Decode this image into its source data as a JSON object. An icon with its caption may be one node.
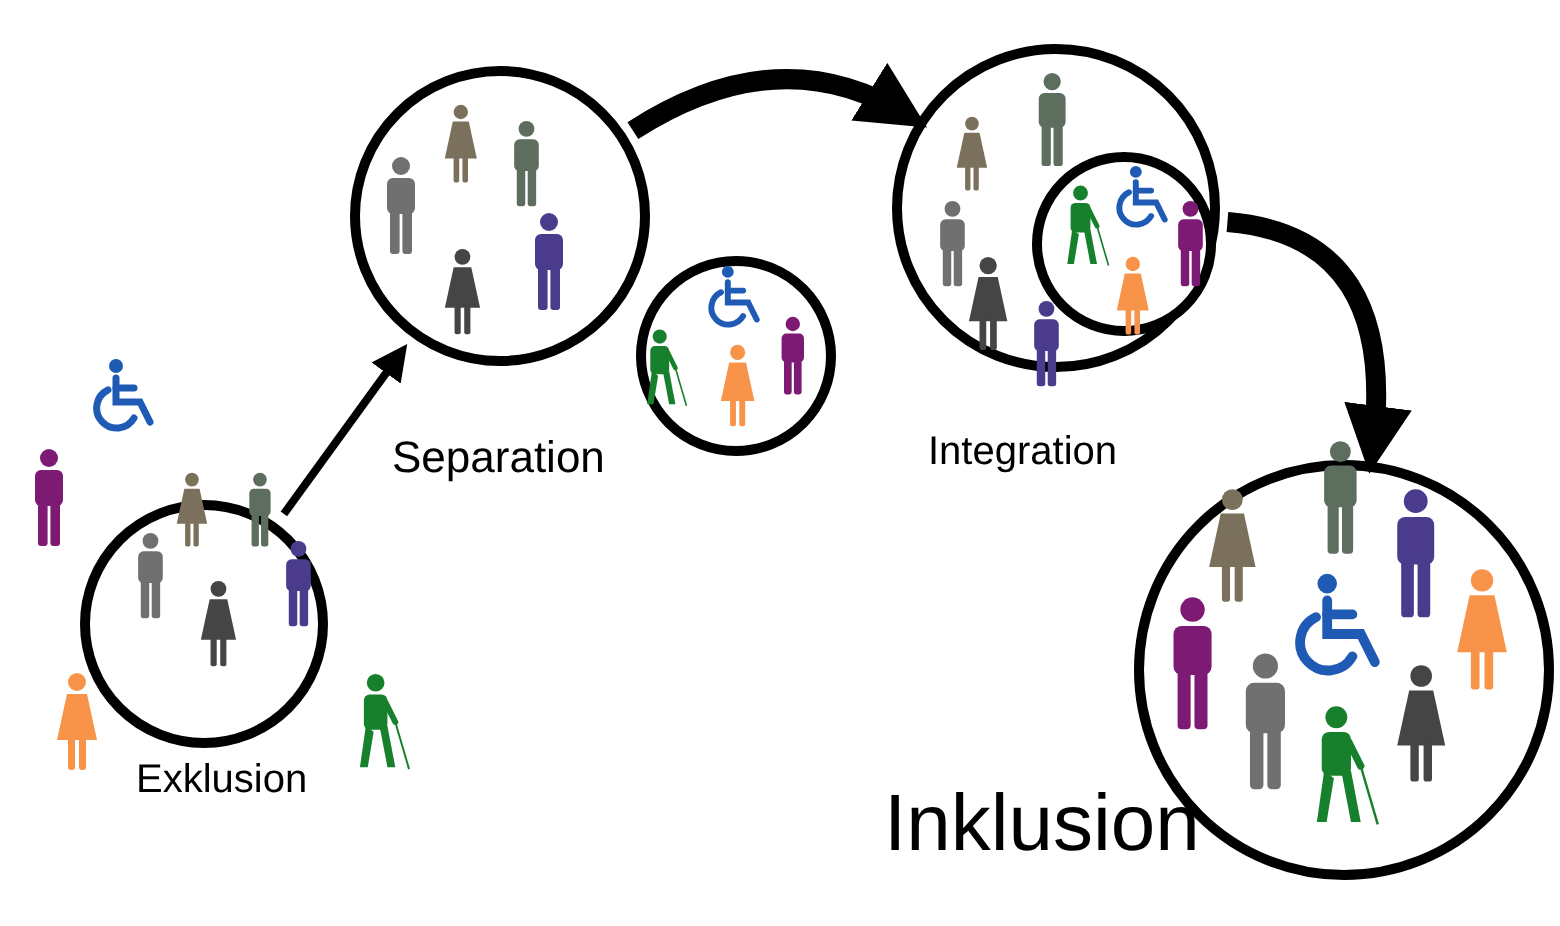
{
  "diagram": {
    "nodes": [
      {
        "text": [
          "Exklusion"
        ]
      },
      {
        "text": [
          "Separation"
        ]
      },
      {
        "text": [],
        "shape": "circle"
      },
      {
        "text": [
          "Integration"
        ]
      },
      {
        "text": [],
        "shape": "circle",
        "in": 3
      },
      {
        "text": [
          "Inklusion"
        ]
      }
    ],
    "edges": [
      {
        "from": 0,
        "to": 1,
        "arrow": "to"
      },
      {
        "from": 1,
        "to": 3,
        "arrow": "to"
      },
      {
        "from": 3,
        "to": 5,
        "arrow": "to"
      }
    ]
  }
}
